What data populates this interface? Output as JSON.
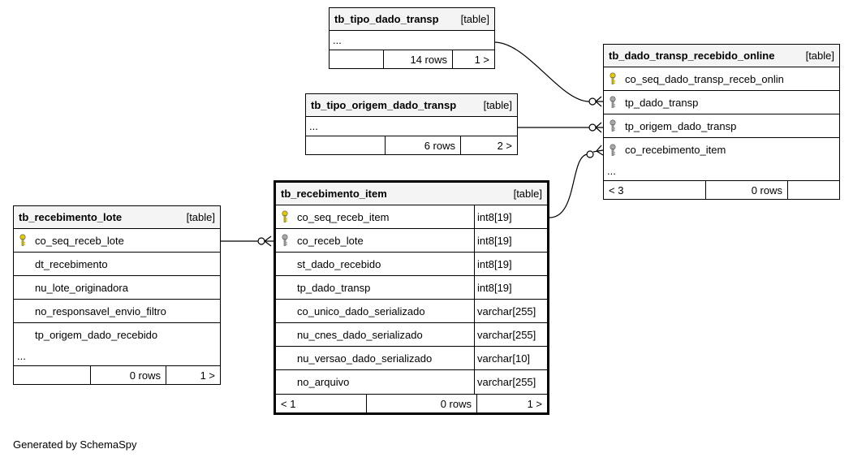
{
  "credit": "Generated by SchemaSpy",
  "tables": {
    "tipo_dado": {
      "name": "tb_tipo_dado_transp",
      "kind": "[table]",
      "ellipsis": "...",
      "foot": [
        "",
        "14 rows",
        "1 >"
      ]
    },
    "tipo_origem": {
      "name": "tb_tipo_origem_dado_transp",
      "kind": "[table]",
      "ellipsis": "...",
      "foot": [
        "",
        "6 rows",
        "2 >"
      ]
    },
    "online": {
      "name": "tb_dado_transp_recebido_online",
      "kind": "[table]",
      "columns": [
        {
          "name": "co_seq_dado_transp_receb_onlin",
          "key": "primary"
        },
        {
          "name": "tp_dado_transp",
          "key": "foreign"
        },
        {
          "name": "tp_origem_dado_transp",
          "key": "foreign"
        },
        {
          "name": "co_recebimento_item",
          "key": "foreign"
        }
      ],
      "ellipsis": "...",
      "foot": [
        "< 3",
        "0 rows",
        ""
      ]
    },
    "lote": {
      "name": "tb_recebimento_lote",
      "kind": "[table]",
      "columns": [
        {
          "name": "co_seq_receb_lote",
          "key": "primary"
        },
        {
          "name": "dt_recebimento",
          "key": "none"
        },
        {
          "name": "nu_lote_originadora",
          "key": "none"
        },
        {
          "name": "no_responsavel_envio_filtro",
          "key": "none"
        },
        {
          "name": "tp_origem_dado_recebido",
          "key": "none"
        }
      ],
      "ellipsis": "...",
      "foot": [
        "",
        "0 rows",
        "1 >"
      ]
    },
    "item": {
      "name": "tb_recebimento_item",
      "kind": "[table]",
      "columns": [
        {
          "name": "co_seq_receb_item",
          "type": "int8[19]",
          "key": "primary"
        },
        {
          "name": "co_receb_lote",
          "type": "int8[19]",
          "key": "foreign"
        },
        {
          "name": "st_dado_recebido",
          "type": "int8[19]",
          "key": "none"
        },
        {
          "name": "tp_dado_transp",
          "type": "int8[19]",
          "key": "none"
        },
        {
          "name": "co_unico_dado_serializado",
          "type": "varchar[255]",
          "key": "none"
        },
        {
          "name": "nu_cnes_dado_serializado",
          "type": "varchar[255]",
          "key": "none"
        },
        {
          "name": "nu_versao_dado_serializado",
          "type": "varchar[10]",
          "key": "none"
        },
        {
          "name": "no_arquivo",
          "type": "varchar[255]",
          "key": "none"
        }
      ],
      "foot": [
        "< 1",
        "0 rows",
        "1 >"
      ]
    }
  },
  "colors": {
    "primary_key": "#e6c800",
    "foreign_key": "#a8a8a8"
  }
}
